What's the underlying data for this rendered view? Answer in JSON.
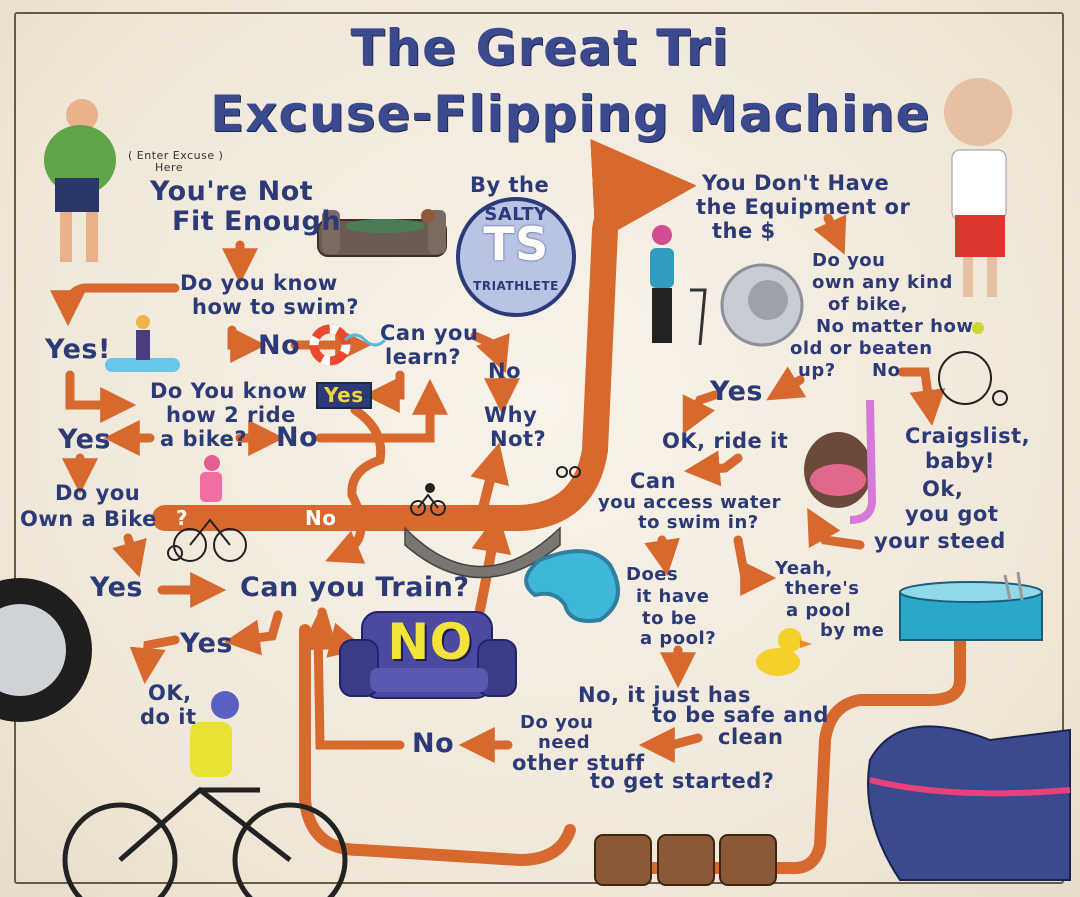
{
  "title": {
    "line1": "The Great Tri",
    "line2": "Excuse-Flipping Machine"
  },
  "byline": "By the",
  "logo": {
    "top": "SALTY",
    "bottom": "TRIATHLETE",
    "monogram": "TS"
  },
  "nodes": {
    "enter_excuse": "( Enter Excuse )",
    "enter_excuse_here": "Here",
    "not_fit_1": "You're Not",
    "not_fit_2": "Fit Enough",
    "swim_q_1": "Do you know",
    "swim_q_2": "how to swim?",
    "yes_swim": "Yes!",
    "no_swim": "No",
    "learn_q_1": "Can you",
    "learn_q_2": "learn?",
    "learn_yes": "Yes",
    "learn_no": "No",
    "why_1": "Why",
    "why_2": "Not?",
    "bike_q_1": "Do You know",
    "bike_q_2": "how 2 ride",
    "bike_q_3": "a bike?",
    "bike_yes": "Yes",
    "bike_no": "No",
    "own_bike_1": "Do you",
    "own_bike_2": "Own a Bike",
    "own_q": "?",
    "own_no": "No",
    "own_yes": "Yes",
    "train_q": "Can you Train?",
    "train_yes": "Yes",
    "ok_do_1": "OK,",
    "ok_do_2": "do it",
    "couch_no": "NO",
    "gear_1": "You Don't Have",
    "gear_2": "the Equipment or",
    "gear_3": "the $",
    "any_bike_1": "Do you",
    "any_bike_2": "own any kind",
    "any_bike_3": "of bike,",
    "any_bike_4": "No matter how",
    "any_bike_5": "old or beaten",
    "any_bike_6": "up?",
    "any_bike_no": "No",
    "any_bike_yes": "Yes",
    "ride_it": "OK, ride it",
    "craigslist_1": "Craigslist,",
    "craigslist_2": "baby!",
    "craigslist_3": "Ok,",
    "craigslist_4": "you got",
    "craigslist_5": "your steed",
    "water_1": "Can",
    "water_2": "you access water",
    "water_3": "to swim in?",
    "pool_q_1": "Does",
    "pool_q_2": "it have",
    "pool_q_3": "to be",
    "pool_q_4": "a pool?",
    "pool_yes_1": "Yeah,",
    "pool_yes_2": "there's",
    "pool_yes_3": "a pool",
    "pool_yes_4": "by me",
    "safe_1": "No, it just has",
    "safe_2": "to be safe and",
    "safe_3": "clean",
    "stuff_1": "Do you",
    "stuff_2": "need",
    "stuff_3": "other stuff",
    "stuff_4": "to get started?",
    "stuff_no": "No"
  },
  "colors": {
    "ink": "#2c3a78",
    "arrow": "#d8692e",
    "couch": "#4b4aa0",
    "pool": "#3fb7d8"
  },
  "icons": [
    "couch-icon",
    "bike-icon",
    "pool-icon",
    "duck-icon",
    "coin-icon",
    "tire-icon",
    "shoe-icon",
    "snorkel-icon",
    "barrel-icon"
  ]
}
